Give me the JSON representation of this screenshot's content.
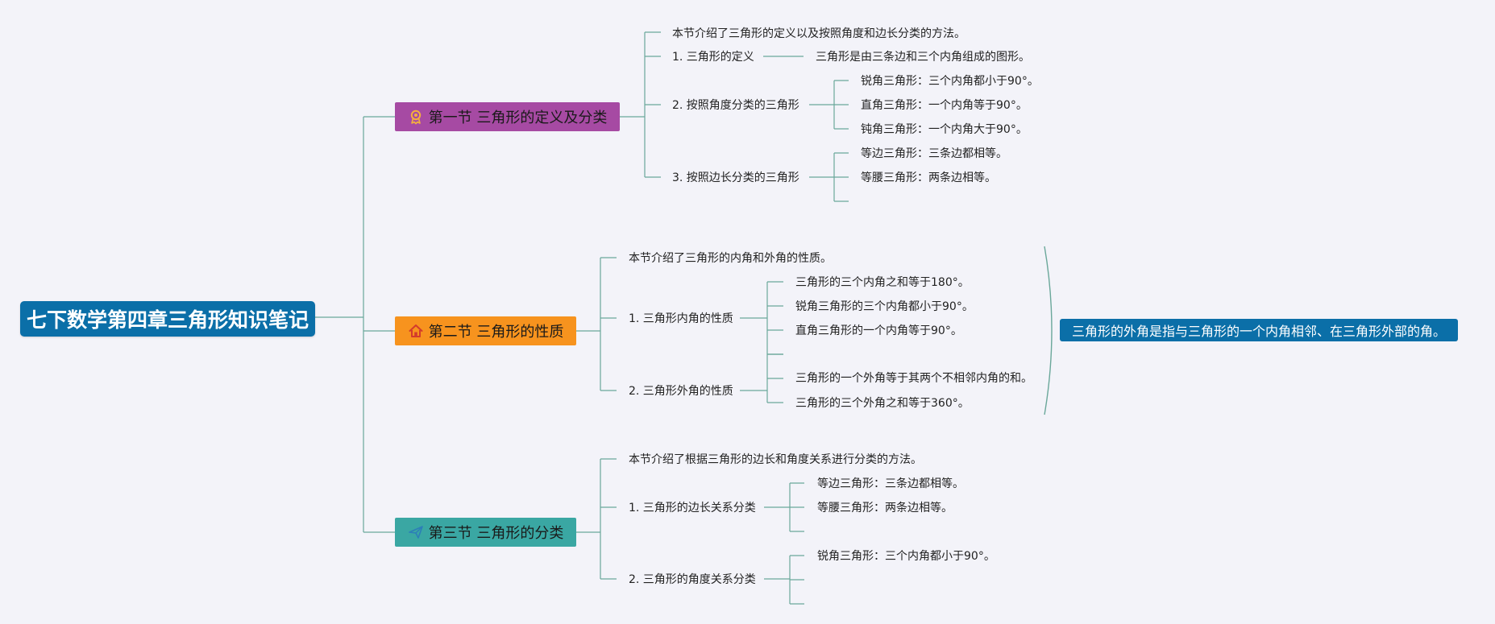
{
  "root": {
    "title": "七下数学第四章三角形知识笔记"
  },
  "colors": {
    "root": "#0b6fa8",
    "section1": "#a64aa3",
    "section2": "#f7931e",
    "section3": "#3aa7a3",
    "line": "#6aa79a",
    "callout": "#0b6fa8"
  },
  "sections": [
    {
      "title": "第一节 三角形的定义及分类",
      "icon": "award-ribbon-icon",
      "intro": "本节介绍了三角形的定义以及按照角度和边长分类的方法。",
      "groups": [
        {
          "label": "1. 三角形的定义",
          "items": [
            "三角形是由三条边和三个内角组成的图形。"
          ]
        },
        {
          "label": "2. 按照角度分类的三角形",
          "items": [
            "锐角三角形：三个内角都小于90°。",
            "直角三角形：一个内角等于90°。",
            "钝角三角形：一个内角大于90°。"
          ]
        },
        {
          "label": "3. 按照边长分类的三角形",
          "items": [
            "等边三角形：三条边都相等。",
            "等腰三角形：两条边相等。",
            ""
          ]
        }
      ]
    },
    {
      "title": "第二节 三角形的性质",
      "icon": "house-icon",
      "intro": "本节介绍了三角形的内角和外角的性质。",
      "groups": [
        {
          "label": "1. 三角形内角的性质",
          "items": [
            "三角形的三个内角之和等于180°。",
            "锐角三角形的三个内角都小于90°。",
            "直角三角形的一个内角等于90°。",
            ""
          ]
        },
        {
          "label": "2. 三角形外角的性质",
          "items": [
            "",
            "三角形的一个外角等于其两个不相邻内角的和。",
            "三角形的三个外角之和等于360°。"
          ]
        }
      ]
    },
    {
      "title": "第三节 三角形的分类",
      "icon": "paper-plane-icon",
      "intro": "本节介绍了根据三角形的边长和角度关系进行分类的方法。",
      "groups": [
        {
          "label": "1. 三角形的边长关系分类",
          "items": [
            "等边三角形：三条边都相等。",
            "等腰三角形：两条边相等。",
            ""
          ]
        },
        {
          "label": "2. 三角形的角度关系分类",
          "items": [
            "锐角三角形：三个内角都小于90°。",
            "",
            ""
          ]
        }
      ]
    }
  ],
  "callout": {
    "text": "三角形的外角是指与三角形的一个内角相邻、在三角形外部的角。"
  }
}
